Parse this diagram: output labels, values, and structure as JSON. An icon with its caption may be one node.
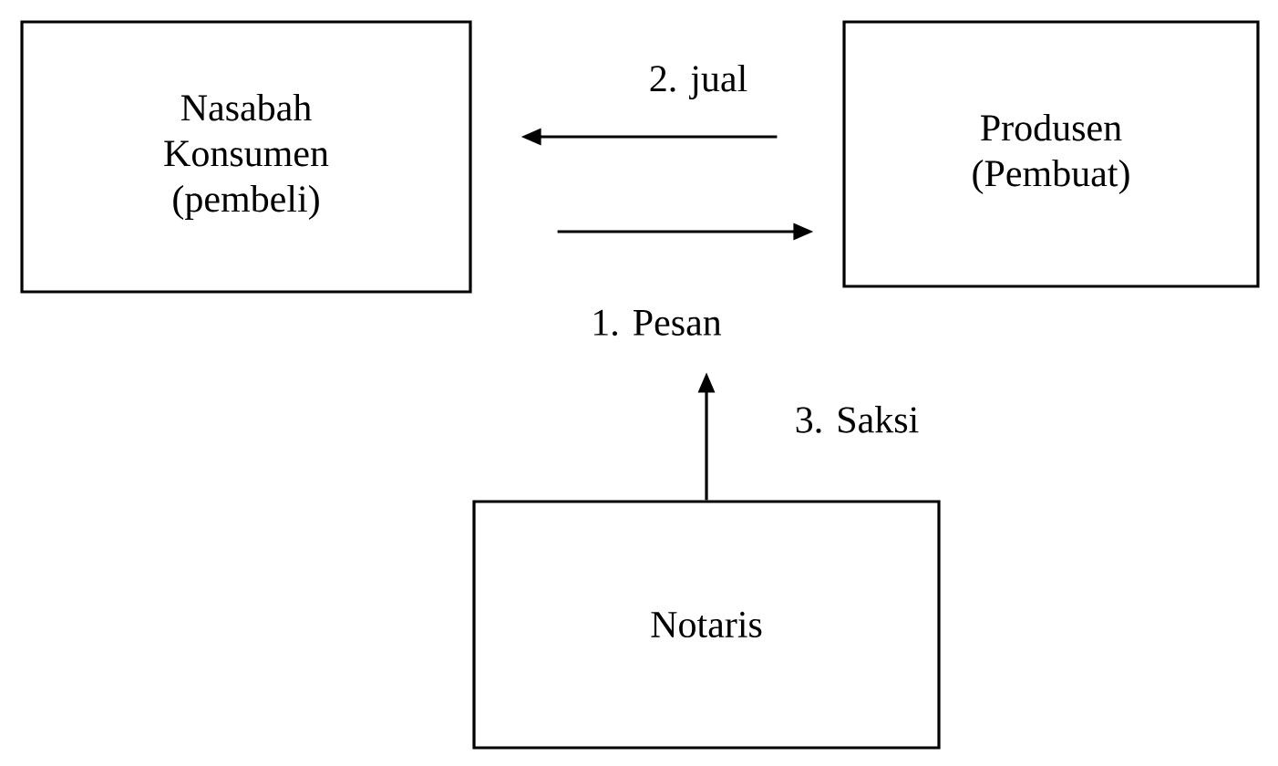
{
  "diagram": {
    "nodes": [
      {
        "text": [
          "Nasabah Konsumen (pembeli)"
        ]
      },
      {
        "text": [
          "Produsen (Pembuat)"
        ]
      },
      {
        "text": [
          "Notaris"
        ]
      }
    ],
    "edges": [
      {
        "from": 1,
        "to": 0,
        "arrow": "to",
        "label": "2. jual"
      },
      {
        "from": 0,
        "to": 1,
        "arrow": "to",
        "label": "1. Pesan"
      },
      {
        "from": 2,
        "to": null,
        "arrow": "to",
        "label": "3. Saksi"
      }
    ]
  }
}
